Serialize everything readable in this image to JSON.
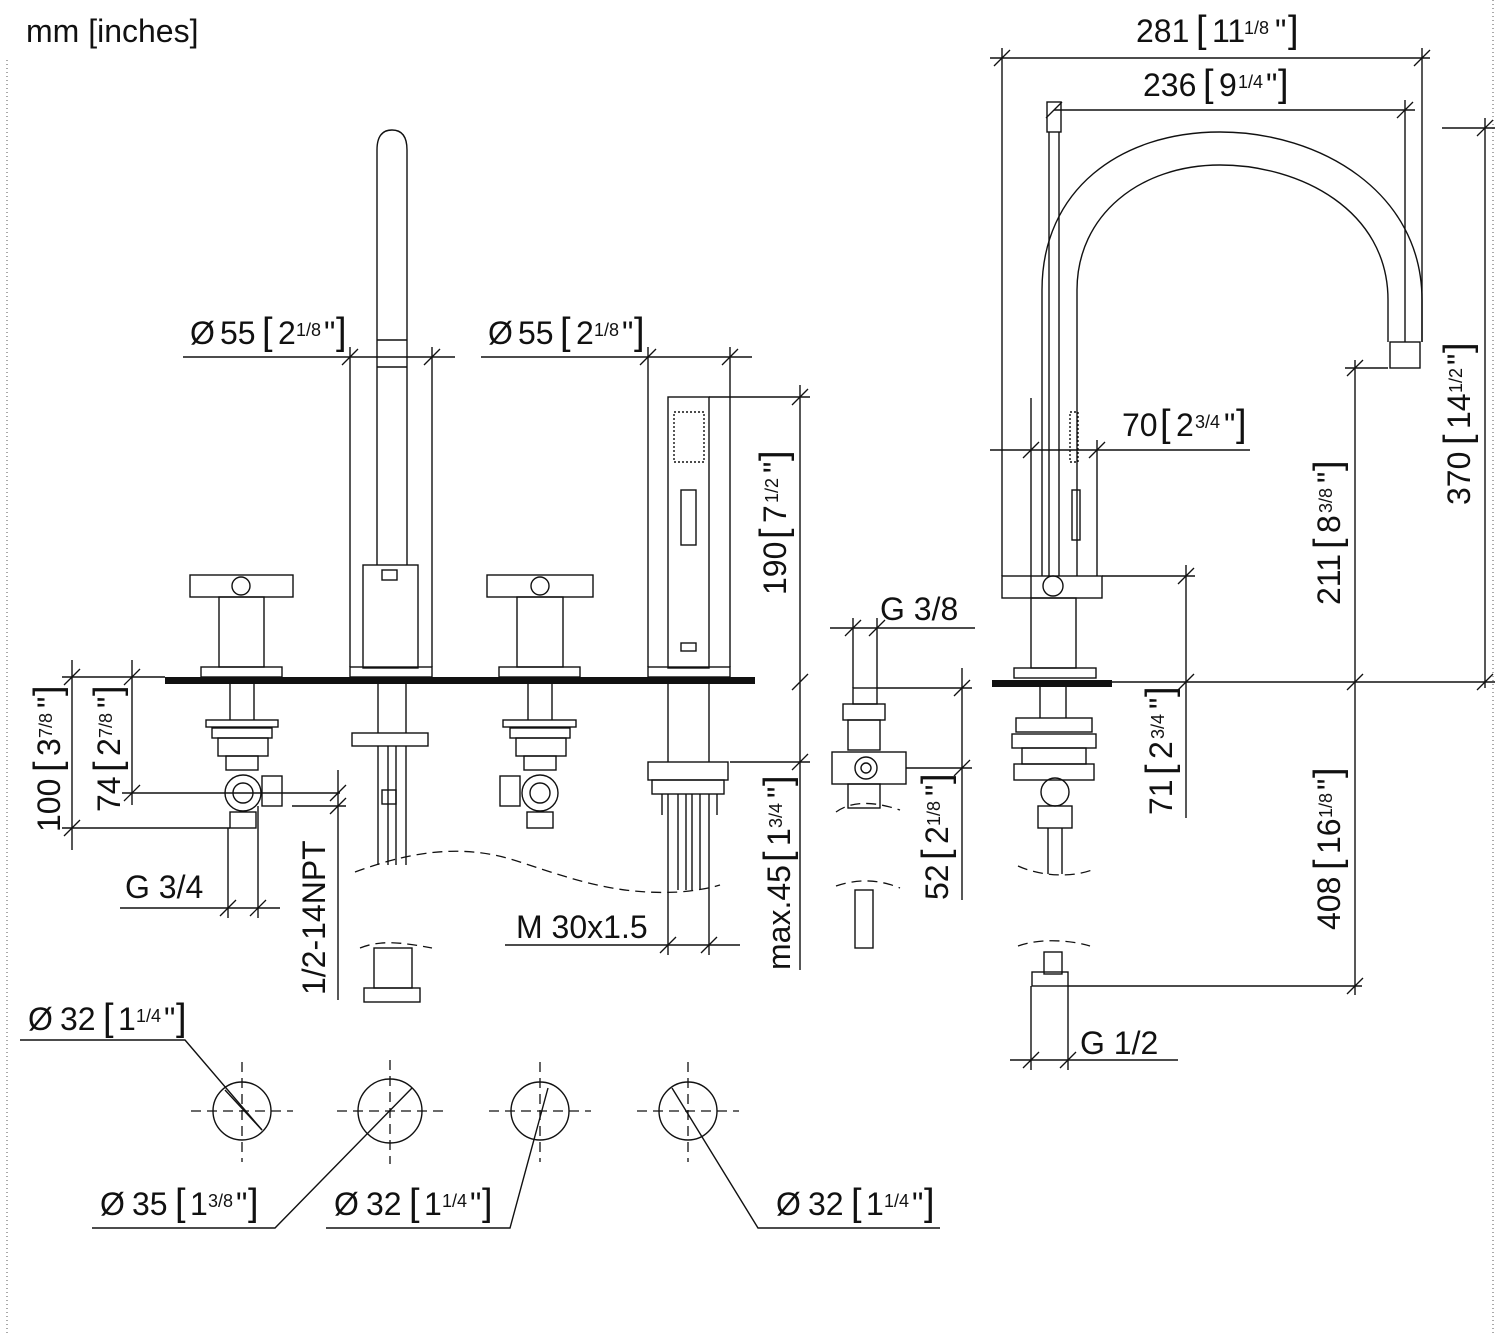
{
  "units_label": "mm [inches]",
  "dimensions": {
    "spout_width": {
      "mm": "281",
      "inch": "11",
      "frac": "1/8"
    },
    "spout_reach": {
      "mm": "236",
      "inch": "9",
      "frac": "1/4"
    },
    "spout_height": {
      "mm": "370",
      "inch": "14",
      "frac": "1/2"
    },
    "spout_outlet_height": {
      "mm": "211",
      "inch": "8",
      "frac": "3/8"
    },
    "spout_base_diameter": {
      "mm": "70",
      "inch": "2",
      "frac": "3/4"
    },
    "spout_below_deck": {
      "mm": "71",
      "inch": "2",
      "frac": "3/4"
    },
    "spout_max_below": {
      "mm": "408",
      "inch": "16",
      "frac": "1/8"
    },
    "handle_left_diameter": {
      "prefix": "Ø",
      "mm": "55",
      "inch": "2",
      "frac": "1/8"
    },
    "handshower_diameter": {
      "prefix": "Ø",
      "mm": "55",
      "inch": "2",
      "frac": "1/8"
    },
    "handshower_height": {
      "mm": "190",
      "inch": "7",
      "frac": "1/2"
    },
    "deck_thickness_max": {
      "mm": "max.45",
      "inch": "1",
      "frac": "3/4"
    },
    "diverter_height": {
      "mm": "52",
      "inch": "2",
      "frac": "1/8"
    },
    "valve_depth_100": {
      "mm": "100",
      "inch": "3",
      "frac": "7/8"
    },
    "valve_depth_74": {
      "mm": "74",
      "inch": "2",
      "frac": "7/8"
    }
  },
  "thread_labels": {
    "g34": "G 3/4",
    "npt": "1/2-14NPT",
    "m30": "M 30x1.5",
    "g38": "G 3/8",
    "g12": "G 1/2"
  },
  "hole_callouts": {
    "hole_1": {
      "prefix": "Ø",
      "mm": "32",
      "inch": "1",
      "frac": "1/4"
    },
    "hole_2": {
      "prefix": "Ø",
      "mm": "35",
      "inch": "1",
      "frac": "3/8"
    },
    "hole_3": {
      "prefix": "Ø",
      "mm": "32",
      "inch": "1",
      "frac": "1/4"
    },
    "hole_4": {
      "prefix": "Ø",
      "mm": "32",
      "inch": "1",
      "frac": "1/4"
    }
  }
}
